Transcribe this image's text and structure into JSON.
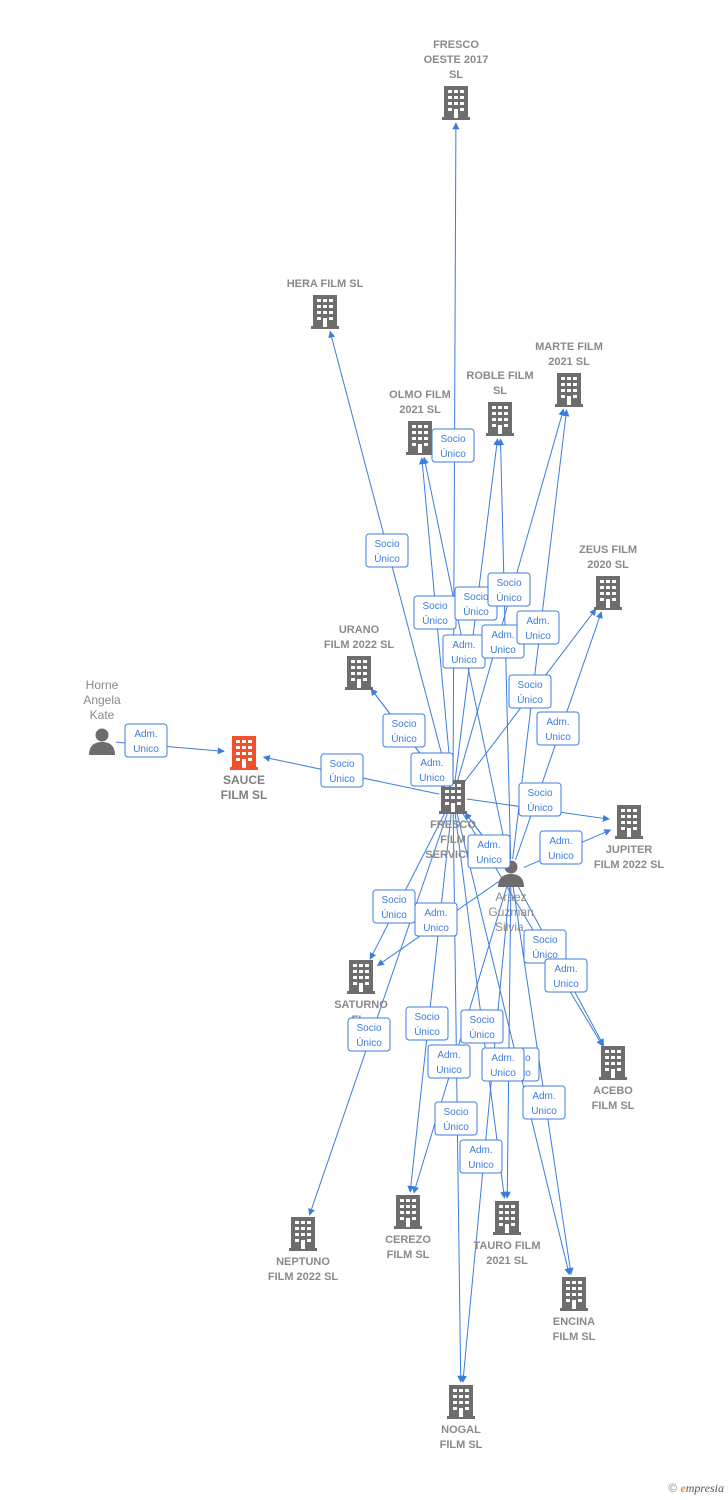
{
  "colors": {
    "edge": "#3b7ddd",
    "building": "#6d6d6d",
    "focus": "#f0502a",
    "label": "#8a8a8a",
    "person": "#6d6d6d"
  },
  "nodes": [
    {
      "id": "fresco-oeste",
      "type": "company",
      "lines": [
        "FRESCO",
        "OESTE 2017",
        "SL"
      ]
    },
    {
      "id": "hera",
      "type": "company",
      "lines": [
        "HERA FILM  SL"
      ]
    },
    {
      "id": "marte",
      "type": "company",
      "lines": [
        "MARTE FILM",
        "2021  SL"
      ]
    },
    {
      "id": "roble",
      "type": "company",
      "lines": [
        "ROBLE FILM",
        "SL"
      ]
    },
    {
      "id": "olmo",
      "type": "company",
      "lines": [
        "OLMO FILM",
        "2021  SL"
      ]
    },
    {
      "id": "zeus",
      "type": "company",
      "lines": [
        "ZEUS FILM",
        "2020  SL"
      ]
    },
    {
      "id": "urano",
      "type": "company",
      "lines": [
        "URANO",
        "FILM 2022  SL"
      ]
    },
    {
      "id": "horne",
      "type": "person",
      "lines": [
        "Horne",
        "Angela",
        "Kate"
      ]
    },
    {
      "id": "sauce",
      "type": "focus",
      "lines": [
        "SAUCE",
        "FILM  SL"
      ]
    },
    {
      "id": "fresco-services",
      "type": "company",
      "lines": [
        "FRESCO",
        "FILM",
        "SERVICES"
      ]
    },
    {
      "id": "jupiter",
      "type": "company",
      "lines": [
        "JUPITER",
        "FILM 2022  SL"
      ]
    },
    {
      "id": "araez",
      "type": "person",
      "lines": [
        "Araez",
        "Guzman",
        "Silvia."
      ]
    },
    {
      "id": "saturno",
      "type": "company",
      "lines": [
        "SATURNO",
        "FI..."
      ]
    },
    {
      "id": "acebo",
      "type": "company",
      "lines": [
        "ACEBO",
        "FILM  SL"
      ]
    },
    {
      "id": "neptuno",
      "type": "company",
      "lines": [
        "NEPTUNO",
        "FILM 2022  SL"
      ]
    },
    {
      "id": "cerezo",
      "type": "company",
      "lines": [
        "CEREZO",
        "FILM  SL"
      ]
    },
    {
      "id": "tauro",
      "type": "company",
      "lines": [
        "TAURO FILM",
        "2021  SL"
      ]
    },
    {
      "id": "encina",
      "type": "company",
      "lines": [
        "ENCINA",
        "FILM  SL"
      ]
    },
    {
      "id": "nogal",
      "type": "company",
      "lines": [
        "NOGAL",
        "FILM  SL"
      ]
    }
  ],
  "edges": [
    {
      "from": "horne",
      "to": "sauce",
      "label": [
        "Adm.",
        "Unico"
      ]
    },
    {
      "from": "fresco-services",
      "to": "sauce",
      "label": [
        "Socio",
        "Único"
      ]
    },
    {
      "from": "fresco-services",
      "to": "fresco-oeste",
      "label": [
        "Socio",
        "Único"
      ]
    },
    {
      "from": "fresco-services",
      "to": "hera",
      "label": [
        "Socio",
        "Único"
      ]
    },
    {
      "from": "fresco-services",
      "to": "olmo",
      "label": [
        "Socio",
        "Único"
      ]
    },
    {
      "from": "fresco-services",
      "to": "roble",
      "label": [
        "Socio",
        "Único"
      ]
    },
    {
      "from": "fresco-services",
      "to": "marte",
      "label": [
        "Socio",
        "Único"
      ]
    },
    {
      "from": "fresco-services",
      "to": "zeus",
      "label": [
        "Socio",
        "Único"
      ]
    },
    {
      "from": "fresco-services",
      "to": "urano",
      "label": [
        "Socio",
        "Único"
      ]
    },
    {
      "from": "fresco-services",
      "to": "jupiter",
      "label": [
        "Socio",
        "Único"
      ]
    },
    {
      "from": "fresco-services",
      "to": "saturno",
      "label": [
        "Socio",
        "Único"
      ]
    },
    {
      "from": "fresco-services",
      "to": "acebo",
      "label": [
        "Socio",
        "Único"
      ]
    },
    {
      "from": "fresco-services",
      "to": "neptuno",
      "label": [
        "Socio",
        "Único"
      ]
    },
    {
      "from": "fresco-services",
      "to": "cerezo",
      "label": [
        "Socio",
        "Único"
      ]
    },
    {
      "from": "fresco-services",
      "to": "tauro",
      "label": [
        "Socio",
        "Único"
      ]
    },
    {
      "from": "fresco-services",
      "to": "encina",
      "label": [
        "Socio",
        "Único"
      ]
    },
    {
      "from": "fresco-services",
      "to": "nogal",
      "label": [
        "Socio",
        "Único"
      ]
    },
    {
      "from": "araez",
      "to": "fresco-services",
      "label": [
        "Adm.",
        "Unico"
      ]
    },
    {
      "from": "araez",
      "to": "olmo",
      "label": [
        "Adm.",
        "Unico"
      ]
    },
    {
      "from": "araez",
      "to": "roble",
      "label": [
        "Adm.",
        "Unico"
      ]
    },
    {
      "from": "araez",
      "to": "marte",
      "label": [
        "Adm.",
        "Unico"
      ]
    },
    {
      "from": "araez",
      "to": "zeus",
      "label": [
        "Adm.",
        "Unico"
      ]
    },
    {
      "from": "araez",
      "to": "urano",
      "label": [
        "Adm.",
        "Unico"
      ]
    },
    {
      "from": "araez",
      "to": "jupiter",
      "label": [
        "Adm.",
        "Unico"
      ]
    },
    {
      "from": "araez",
      "to": "saturno",
      "label": [
        "Adm.",
        "Unico"
      ]
    },
    {
      "from": "araez",
      "to": "acebo",
      "label": [
        "Adm.",
        "Unico"
      ]
    },
    {
      "from": "araez",
      "to": "cerezo",
      "label": [
        "Adm.",
        "Unico"
      ]
    },
    {
      "from": "araez",
      "to": "tauro",
      "label": [
        "Adm.",
        "Unico"
      ]
    },
    {
      "from": "araez",
      "to": "encina",
      "label": [
        "Adm.",
        "Unico"
      ]
    },
    {
      "from": "araez",
      "to": "nogal",
      "label": [
        "Adm.",
        "Unico"
      ]
    }
  ],
  "footer": {
    "copyright": "©",
    "brand_initial": "e",
    "brand_rest": "mpresia"
  }
}
